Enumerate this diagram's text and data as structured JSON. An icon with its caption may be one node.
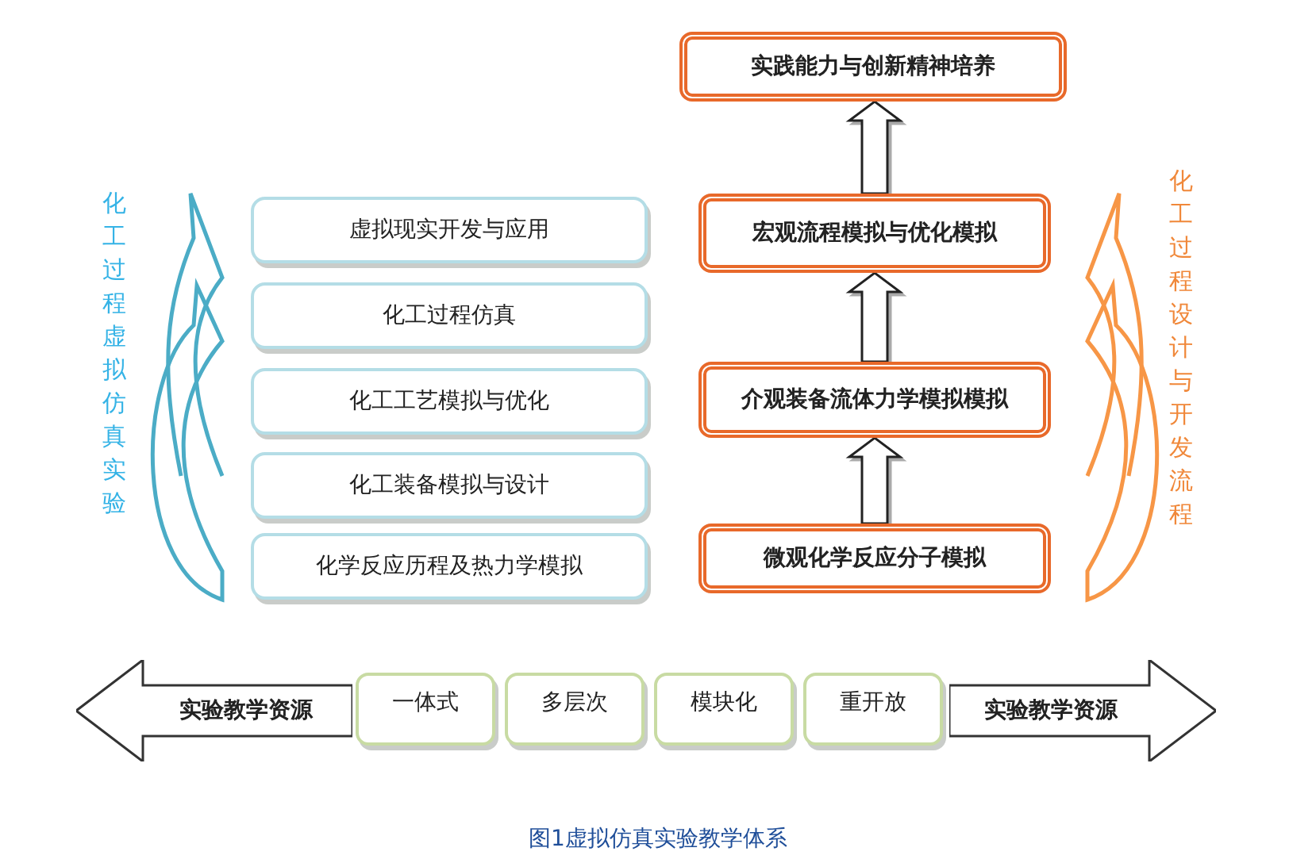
{
  "diagram": {
    "caption": "图1虚拟仿真实验教学体系",
    "nodes": [
      {
        "text": [
          "实践能力与创新精神培养"
        ]
      },
      {
        "text": [
          "虚拟现实开发与应用"
        ]
      },
      {
        "text": [
          "宏观流程模拟与优化模拟"
        ]
      },
      {
        "text": [
          "化工过程仿真"
        ]
      },
      {
        "text": [
          "化工工艺模拟与优化"
        ]
      },
      {
        "text": [
          "介观装备流体力学模拟模拟"
        ]
      },
      {
        "text": [
          "化工装备模拟与设计"
        ]
      },
      {
        "text": [
          "化学反应历程及热力学模拟"
        ]
      },
      {
        "text": [
          "微观化学反应分子模拟"
        ]
      },
      {
        "text": [
          "实验教学资源"
        ]
      },
      {
        "text": [
          "一体式"
        ]
      },
      {
        "text": [
          "多层次"
        ]
      },
      {
        "text": [
          "模块化"
        ]
      },
      {
        "text": [
          "重开放"
        ]
      },
      {
        "text": [
          "实验教学资源"
        ]
      }
    ],
    "edges": [
      {
        "from": 8,
        "to": 5,
        "arrow": "to"
      },
      {
        "from": 5,
        "to": 2,
        "arrow": "to"
      },
      {
        "from": 2,
        "to": 0,
        "arrow": "to"
      }
    ],
    "labels": [
      "化工过程虚拟仿真实验",
      "化工过程设计与开发流程"
    ]
  }
}
